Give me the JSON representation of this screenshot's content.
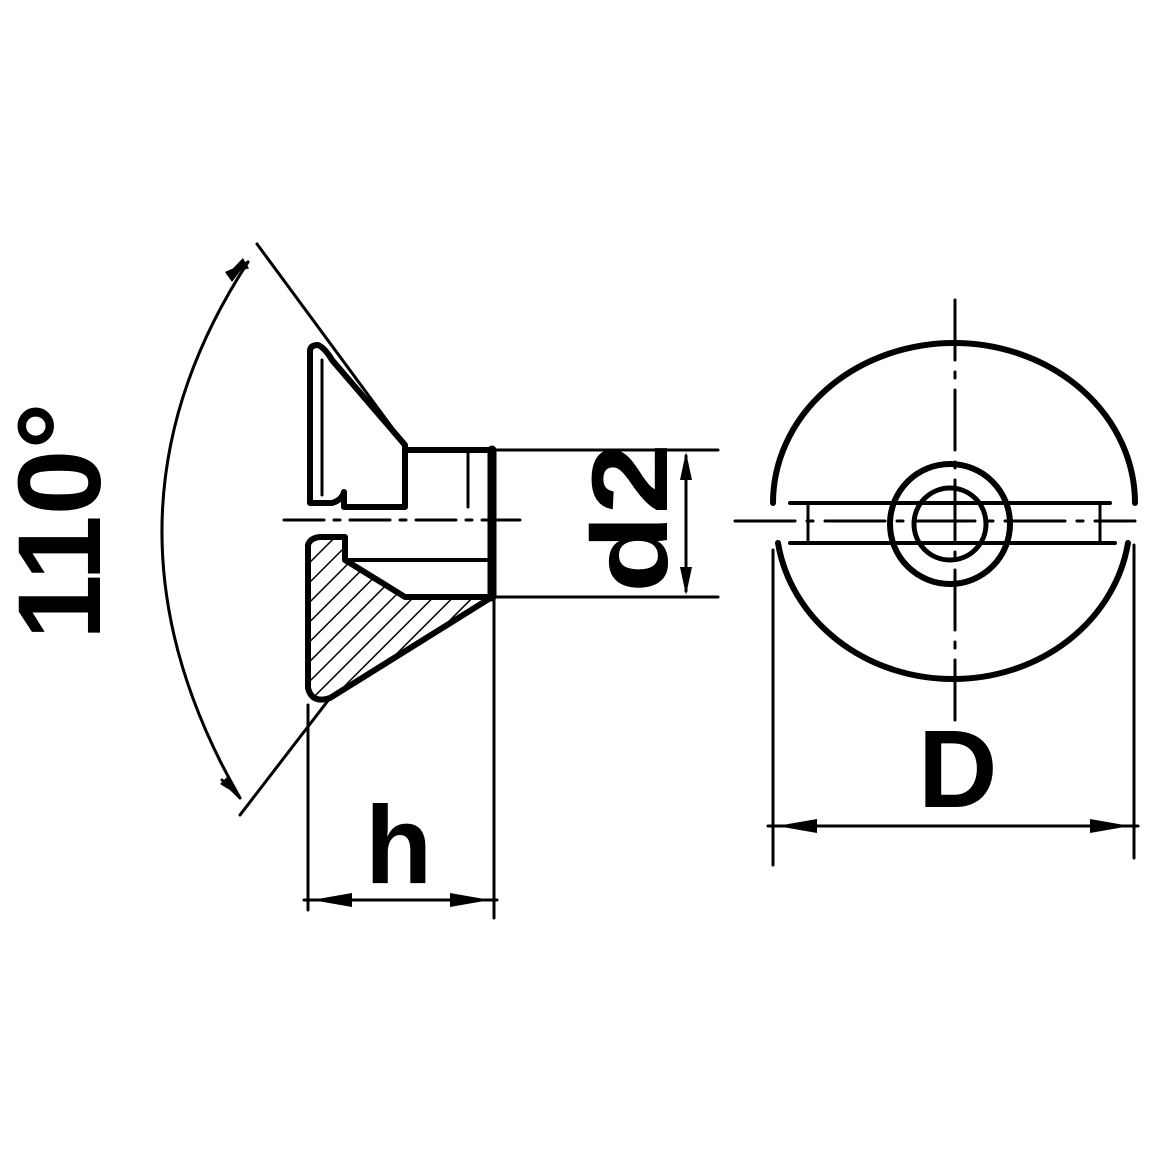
{
  "drawing": {
    "labels": {
      "angle": "110°",
      "bore_diameter": "d2",
      "height": "h",
      "outer_diameter": "D"
    },
    "colors": {
      "line": "#000000",
      "background": "#ffffff"
    }
  }
}
